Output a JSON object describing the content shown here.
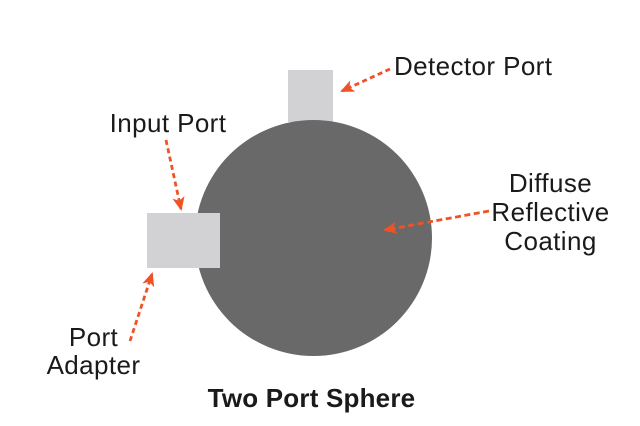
{
  "diagram": {
    "caption": "Two Port Sphere",
    "labels": {
      "detector_port": "Detector Port",
      "input_port": "Input Port",
      "diffuse_coating": {
        "line1": "Diffuse",
        "line2": "Reflective",
        "line3": "Coating"
      },
      "port_adapter": {
        "line1": "Port",
        "line2": "Adapter"
      }
    },
    "colors": {
      "sphere_fill": "#696969",
      "port_fill": "#D2D2D4",
      "arrow": "#EE5226",
      "text": "#1A1A1A",
      "background": "#FFFFFF"
    }
  }
}
